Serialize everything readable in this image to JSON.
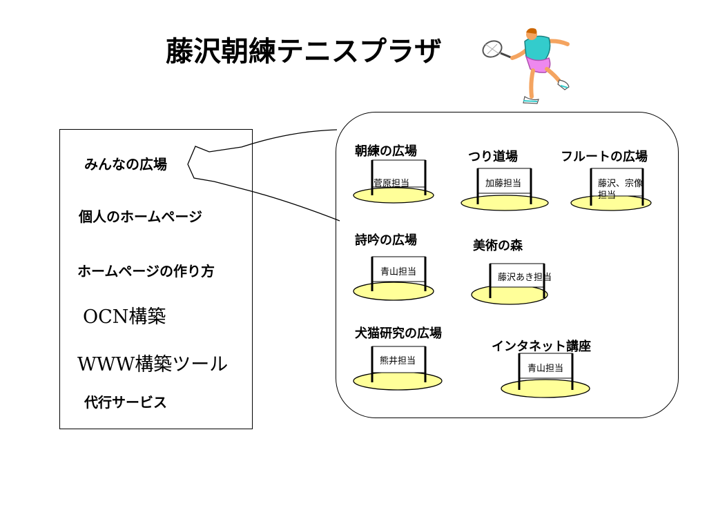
{
  "page": {
    "title": "藤沢朝練テニスプラザ",
    "background": "#ffffff"
  },
  "menu": {
    "items": [
      {
        "label": "みんなの広場"
      },
      {
        "label": "個人のホームページ"
      },
      {
        "label": "ホームページの作り方"
      },
      {
        "label": "OCN構築"
      },
      {
        "label": "WWW構築ツール"
      },
      {
        "label": "代行サービス"
      }
    ]
  },
  "plazas": [
    {
      "title": "朝練の広場",
      "sign": "菅原担当"
    },
    {
      "title": "つり道場",
      "sign": "加藤担当"
    },
    {
      "title": "フルートの広場",
      "sign_line1": "藤沢、宗像",
      "sign_line2": "担当"
    },
    {
      "title": "詩吟の広場",
      "sign": "青山担当"
    },
    {
      "title": "美術の森",
      "sign": "藤沢あき担当"
    },
    {
      "title": "犬猫研究の広場",
      "sign": "熊井担当"
    },
    {
      "title": "インタネット講座",
      "sign": "青山担当"
    }
  ],
  "colors": {
    "base_fill": "#ffff99",
    "player_shirt": "#33cccc",
    "player_shorts": "#ee88ee",
    "player_skin": "#f4a460",
    "player_hair": "#cc6600"
  },
  "icons": {
    "player": "tennis-player-icon",
    "callout": "callout-arrow"
  }
}
